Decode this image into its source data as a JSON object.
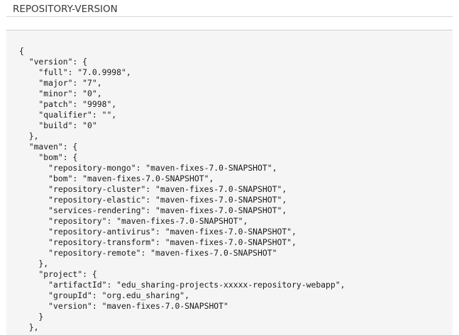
{
  "section": {
    "title": "REPOSITORY-VERSION"
  },
  "code": {
    "lines": [
      "{",
      "  \"version\": {",
      "    \"full\": \"7.0.9998\",",
      "    \"major\": \"7\",",
      "    \"minor\": \"0\",",
      "    \"patch\": \"9998\",",
      "    \"qualifier\": \"\",",
      "    \"build\": \"0\"",
      "  },",
      "  \"maven\": {",
      "    \"bom\": {",
      "      \"repository-mongo\": \"maven-fixes-7.0-SNAPSHOT\",",
      "      \"bom\": \"maven-fixes-7.0-SNAPSHOT\",",
      "      \"repository-cluster\": \"maven-fixes-7.0-SNAPSHOT\",",
      "      \"repository-elastic\": \"maven-fixes-7.0-SNAPSHOT\",",
      "      \"services-rendering\": \"maven-fixes-7.0-SNAPSHOT\",",
      "      \"repository\": \"maven-fixes-7.0-SNAPSHOT\",",
      "      \"repository-antivirus\": \"maven-fixes-7.0-SNAPSHOT\",",
      "      \"repository-transform\": \"maven-fixes-7.0-SNAPSHOT\",",
      "      \"repository-remote\": \"maven-fixes-7.0-SNAPSHOT\"",
      "    },",
      "    \"project\": {",
      "      \"artifactId\": \"edu_sharing-projects-xxxxx-repository-webapp\",",
      "      \"groupId\": \"org.edu_sharing\",",
      "      \"version\": \"maven-fixes-7.0-SNAPSHOT\"",
      "    }",
      "  },"
    ]
  }
}
